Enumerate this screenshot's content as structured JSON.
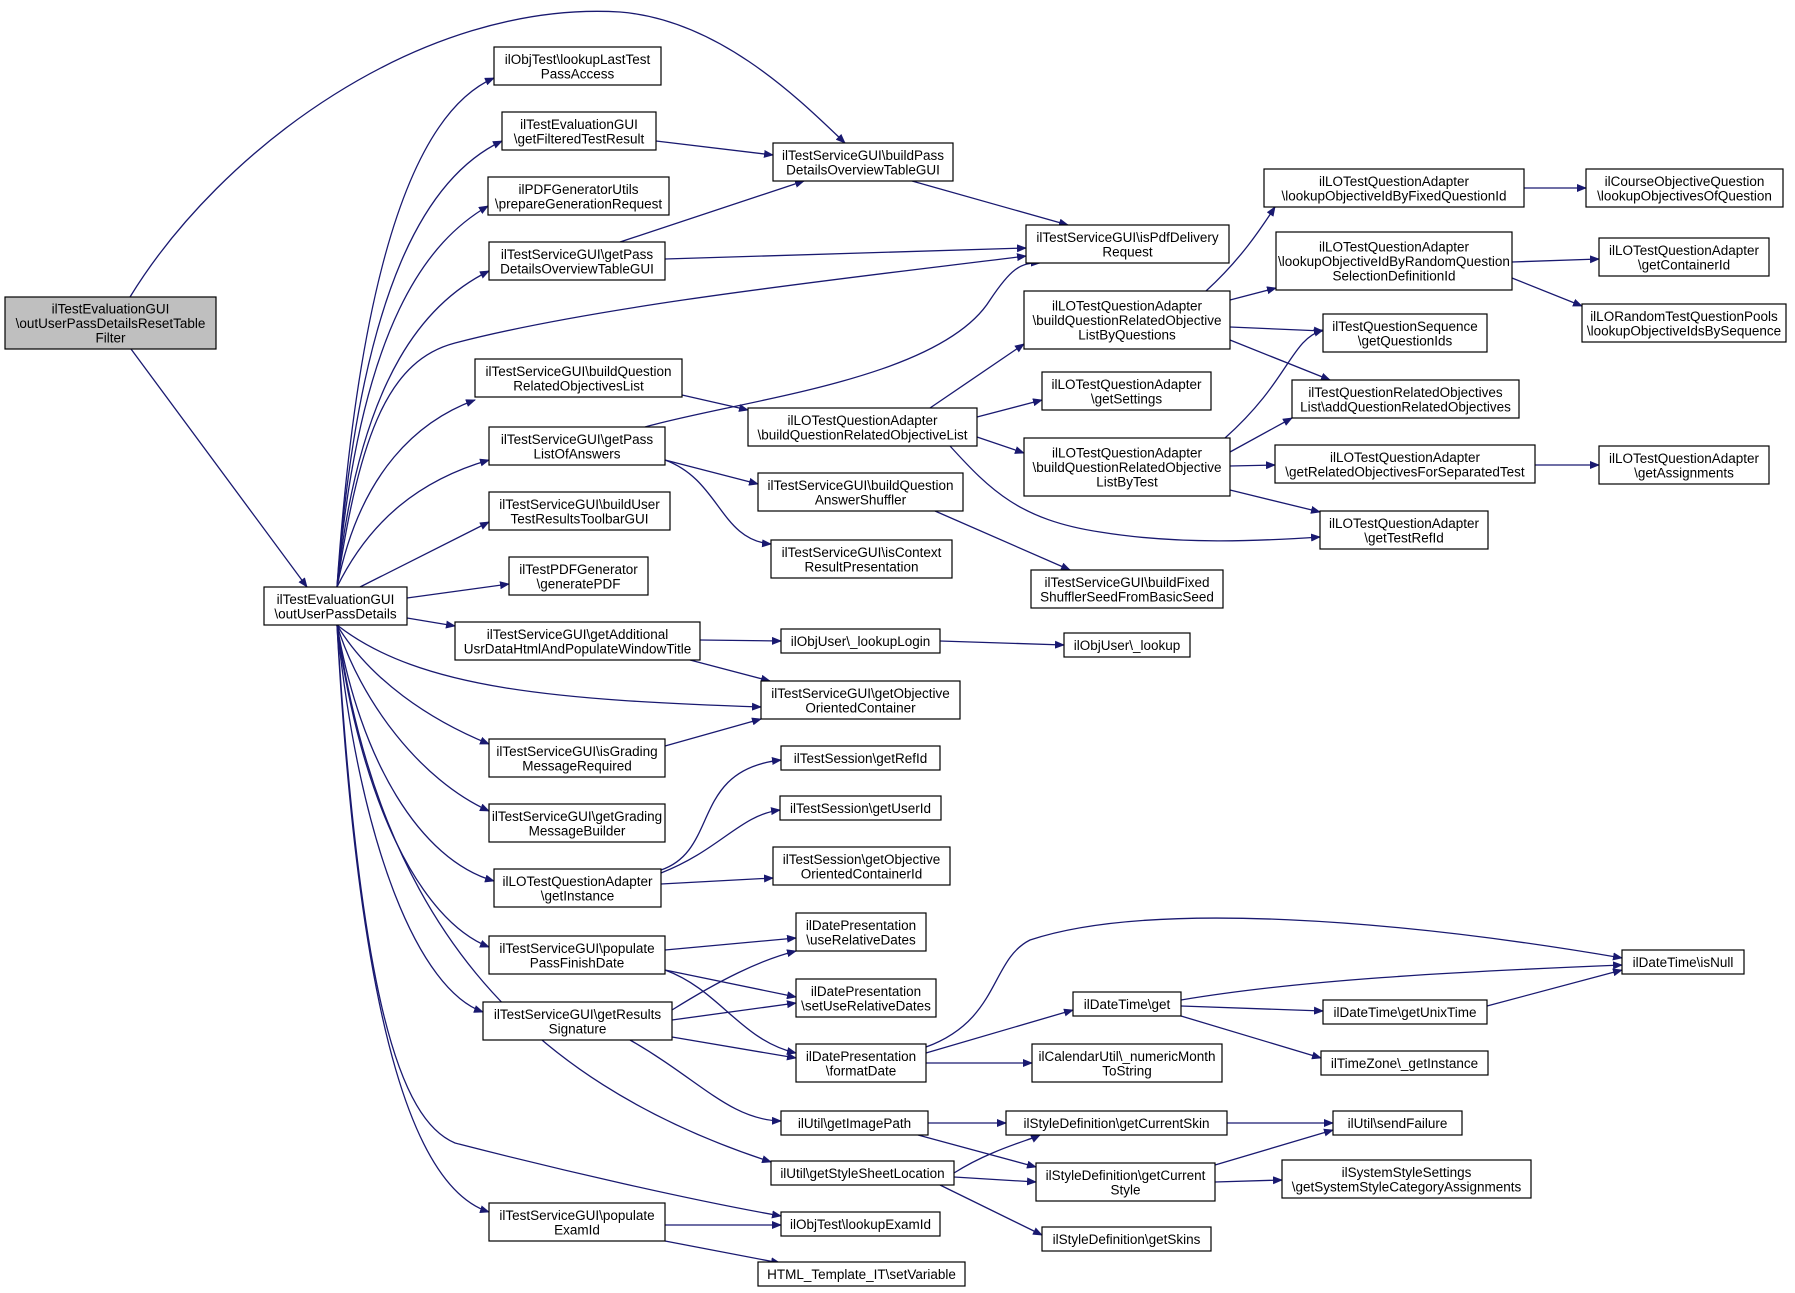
{
  "colors": {
    "edge": "#191970",
    "node_border": "#000000",
    "node_fill": "#ffffff",
    "root_fill": "#bfbfbf"
  },
  "nodes": [
    {
      "id": "root",
      "lines": [
        "ilTestEvaluationGUI",
        "\\outUserPassDetailsResetTable",
        "Filter"
      ],
      "root": true
    },
    {
      "id": "outUserPassDetails",
      "lines": [
        "ilTestEvaluationGUI",
        "\\outUserPassDetails"
      ]
    },
    {
      "id": "lookupLastTestPassAccess",
      "lines": [
        "ilObjTest\\lookupLastTest",
        "PassAccess"
      ]
    },
    {
      "id": "getFilteredTestResult",
      "lines": [
        "ilTestEvaluationGUI",
        "\\getFilteredTestResult"
      ]
    },
    {
      "id": "prepareGenerationRequest",
      "lines": [
        "ilPDFGeneratorUtils",
        "\\prepareGenerationRequest"
      ]
    },
    {
      "id": "getPassDetailsOverviewTableGUI",
      "lines": [
        "ilTestServiceGUI\\getPass",
        "DetailsOverviewTableGUI"
      ]
    },
    {
      "id": "buildPassDetailsOverviewTableGUI",
      "lines": [
        "ilTestServiceGUI\\buildPass",
        "DetailsOverviewTableGUI"
      ]
    },
    {
      "id": "isPdfDeliveryRequest",
      "lines": [
        "ilTestServiceGUI\\isPdfDelivery",
        "Request"
      ]
    },
    {
      "id": "buildQuestionRelatedObjectivesList",
      "lines": [
        "ilTestServiceGUI\\buildQuestion",
        "RelatedObjectivesList"
      ]
    },
    {
      "id": "getPassListOfAnswers",
      "lines": [
        "ilTestServiceGUI\\getPass",
        "ListOfAnswers"
      ]
    },
    {
      "id": "buildUserTestResultsToolbarGUI",
      "lines": [
        "ilTestServiceGUI\\buildUser",
        "TestResultsToolbarGUI"
      ]
    },
    {
      "id": "generatePDF",
      "lines": [
        "ilTestPDFGenerator",
        "\\generatePDF"
      ]
    },
    {
      "id": "getAdditionalUsrData",
      "lines": [
        "ilTestServiceGUI\\getAdditional",
        "UsrDataHtmlAndPopulateWindowTitle"
      ]
    },
    {
      "id": "isGradingMessageRequired",
      "lines": [
        "ilTestServiceGUI\\isGrading",
        "MessageRequired"
      ]
    },
    {
      "id": "getGradingMessageBuilder",
      "lines": [
        "ilTestServiceGUI\\getGrading",
        "MessageBuilder"
      ]
    },
    {
      "id": "loGetInstance",
      "lines": [
        "ilLOTestQuestionAdapter",
        "\\getInstance"
      ]
    },
    {
      "id": "populatePassFinishDate",
      "lines": [
        "ilTestServiceGUI\\populate",
        "PassFinishDate"
      ]
    },
    {
      "id": "getResultsSignature",
      "lines": [
        "ilTestServiceGUI\\getResults",
        "Signature"
      ]
    },
    {
      "id": "populateExamId",
      "lines": [
        "ilTestServiceGUI\\populate",
        "ExamId"
      ]
    },
    {
      "id": "buildQuestionRelatedObjectiveList",
      "lines": [
        "ilLOTestQuestionAdapter",
        "\\buildQuestionRelatedObjectiveList"
      ]
    },
    {
      "id": "buildQuestionAnswerShuffler",
      "lines": [
        "ilTestServiceGUI\\buildQuestion",
        "AnswerShuffler"
      ]
    },
    {
      "id": "isContextResultPresentation",
      "lines": [
        "ilTestServiceGUI\\isContext",
        "ResultPresentation"
      ]
    },
    {
      "id": "lookupLogin",
      "lines": [
        "ilObjUser\\_lookupLogin"
      ]
    },
    {
      "id": "getObjectiveOrientedContainer",
      "lines": [
        "ilTestServiceGUI\\getObjective",
        "OrientedContainer"
      ]
    },
    {
      "id": "getRefId",
      "lines": [
        "ilTestSession\\getRefId"
      ]
    },
    {
      "id": "getUserId",
      "lines": [
        "ilTestSession\\getUserId"
      ]
    },
    {
      "id": "getObjectiveOrientedContainerId",
      "lines": [
        "ilTestSession\\getObjective",
        "OrientedContainerId"
      ]
    },
    {
      "id": "useRelativeDates",
      "lines": [
        "ilDatePresentation",
        "\\useRelativeDates"
      ]
    },
    {
      "id": "setUseRelativeDates",
      "lines": [
        "ilDatePresentation",
        "\\setUseRelativeDates"
      ]
    },
    {
      "id": "formatDate",
      "lines": [
        "ilDatePresentation",
        "\\formatDate"
      ]
    },
    {
      "id": "getImagePath",
      "lines": [
        "ilUtil\\getImagePath"
      ]
    },
    {
      "id": "getStyleSheetLocation",
      "lines": [
        "ilUtil\\getStyleSheetLocation"
      ]
    },
    {
      "id": "lookupExamId",
      "lines": [
        "ilObjTest\\lookupExamId"
      ]
    },
    {
      "id": "setVariable",
      "lines": [
        "HTML_Template_IT\\setVariable"
      ]
    },
    {
      "id": "buildQRObjListByQuestions",
      "lines": [
        "ilLOTestQuestionAdapter",
        "\\buildQuestionRelatedObjective",
        "ListByQuestions"
      ]
    },
    {
      "id": "loGetSettings",
      "lines": [
        "ilLOTestQuestionAdapter",
        "\\getSettings"
      ]
    },
    {
      "id": "buildQRObjListByTest",
      "lines": [
        "ilLOTestQuestionAdapter",
        "\\buildQuestionRelatedObjective",
        "ListByTest"
      ]
    },
    {
      "id": "buildFixedShufflerSeed",
      "lines": [
        "ilTestServiceGUI\\buildFixed",
        "ShufflerSeedFromBasicSeed"
      ]
    },
    {
      "id": "objUserLookup",
      "lines": [
        "ilObjUser\\_lookup"
      ]
    },
    {
      "id": "dtGet",
      "lines": [
        "ilDateTime\\get"
      ]
    },
    {
      "id": "numericMonthToString",
      "lines": [
        "ilCalendarUtil\\_numericMonth",
        "ToString"
      ]
    },
    {
      "id": "getCurrentSkin",
      "lines": [
        "ilStyleDefinition\\getCurrentSkin"
      ]
    },
    {
      "id": "getCurrentStyle",
      "lines": [
        "ilStyleDefinition\\getCurrent",
        "Style"
      ]
    },
    {
      "id": "getSkins",
      "lines": [
        "ilStyleDefinition\\getSkins"
      ]
    },
    {
      "id": "lookupObjIdByFixedQuestionId",
      "lines": [
        "ilLOTestQuestionAdapter",
        "\\lookupObjectiveIdByFixedQuestionId"
      ]
    },
    {
      "id": "lookupObjIdByRandomQuestion",
      "lines": [
        "ilLOTestQuestionAdapter",
        "\\lookupObjectiveIdByRandomQuestion",
        "SelectionDefinitionId"
      ]
    },
    {
      "id": "getQuestionIds",
      "lines": [
        "ilTestQuestionSequence",
        "\\getQuestionIds"
      ]
    },
    {
      "id": "addQuestionRelatedObjectives",
      "lines": [
        "ilTestQuestionRelatedObjectives",
        "List\\addQuestionRelatedObjectives"
      ]
    },
    {
      "id": "getRelatedObjectivesForSeparatedTest",
      "lines": [
        "ilLOTestQuestionAdapter",
        "\\getRelatedObjectivesForSeparatedTest"
      ]
    },
    {
      "id": "getTestRefId",
      "lines": [
        "ilLOTestQuestionAdapter",
        "\\getTestRefId"
      ]
    },
    {
      "id": "dtGetUnixTime",
      "lines": [
        "ilDateTime\\getUnixTime"
      ]
    },
    {
      "id": "getTZInstance",
      "lines": [
        "ilTimeZone\\_getInstance"
      ]
    },
    {
      "id": "sendFailure",
      "lines": [
        "ilUtil\\sendFailure"
      ]
    },
    {
      "id": "getSystemStyleCategoryAssignments",
      "lines": [
        "ilSystemStyleSettings",
        "\\getSystemStyleCategoryAssignments"
      ]
    },
    {
      "id": "lookupObjectivesOfQuestion",
      "lines": [
        "ilCourseObjectiveQuestion",
        "\\lookupObjectivesOfQuestion"
      ]
    },
    {
      "id": "loGetContainerId",
      "lines": [
        "ilLOTestQuestionAdapter",
        "\\getContainerId"
      ]
    },
    {
      "id": "lookupObjectiveIdsBySequence",
      "lines": [
        "ilLORandomTestQuestionPools",
        "\\lookupObjectiveIdsBySequence"
      ]
    },
    {
      "id": "loGetAssignments",
      "lines": [
        "ilLOTestQuestionAdapter",
        "\\getAssignments"
      ]
    },
    {
      "id": "dtIsNull",
      "lines": [
        "ilDateTime\\isNull"
      ]
    }
  ]
}
